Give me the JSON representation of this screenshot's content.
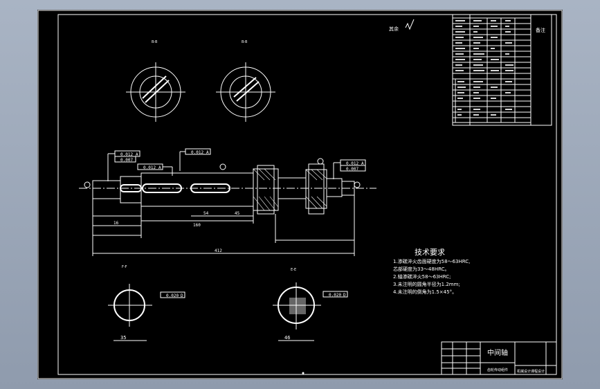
{
  "drawing": {
    "title_cn": "技术要求",
    "notes": [
      "1.渗碳淬火齿面硬度为58～63HRC,",
      "芯部硬度为33～48HRC。",
      "2.轴渗碳淬火58～63HRC;",
      "3.未注明的圆角半径为1.2mm;",
      "4.未注明的倒角为1.5×45°。"
    ],
    "part_name": "中间轴",
    "section_labels": {
      "top_left": "B-B",
      "top_right": "B-B",
      "bottom_left": "F-F",
      "bottom_right": "E-E"
    },
    "tolerances": {
      "left_runout": "0.012",
      "left_runout_ref": "A",
      "left_cyl": "0.007",
      "mid_runout": "0.012",
      "mid_runout_ref": "A",
      "top_runout": "0.012",
      "top_runout_ref": "A",
      "right_runout": "0.012",
      "right_runout_ref": "A",
      "right_cyl": "0.007",
      "keyway_left": "0.020",
      "keyway_left_ref": "D",
      "keyway_right": "0.020",
      "keyway_right_ref": "D"
    },
    "dimensions": {
      "d160": "160",
      "d54": "54",
      "d45": "45",
      "d412": "412",
      "d16": "16",
      "d35": "35",
      "d46": "46"
    },
    "roughness_note": "其余",
    "table_note": "备注",
    "title_sub": "齿轮传动组件",
    "school": "机械设计课程设计"
  }
}
